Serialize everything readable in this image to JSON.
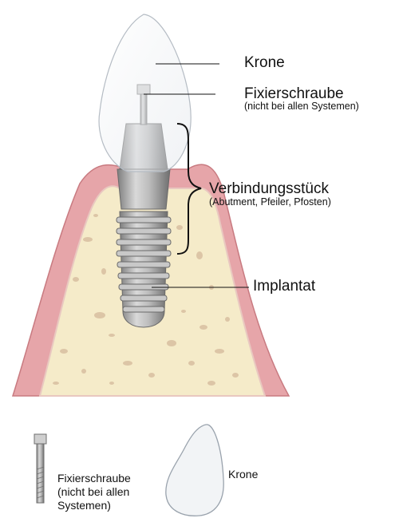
{
  "labels": {
    "crown": "Krone",
    "screw": "Fixierschraube",
    "screw_note": "(nicht bei allen Systemen)",
    "abutment": "Verbindungsstück",
    "abutment_note": "(Abutment, Pfeiler, Pfosten)",
    "implant": "Implantat"
  },
  "legend": {
    "screw_line1": "Fixierschraube",
    "screw_line2": "(nicht bei allen",
    "screw_line3": "Systemen)",
    "crown": "Krone"
  },
  "colors": {
    "gum": "#e6a5a9",
    "gum_edge": "#c87a80",
    "bone": "#f5ebc9",
    "bone_spot": "#d8bfa0",
    "metal_light": "#d2d2d2",
    "metal_dark": "#8c8c8c",
    "crown_fill": "#f2f4f6",
    "crown_edge": "#b5bcc4"
  }
}
